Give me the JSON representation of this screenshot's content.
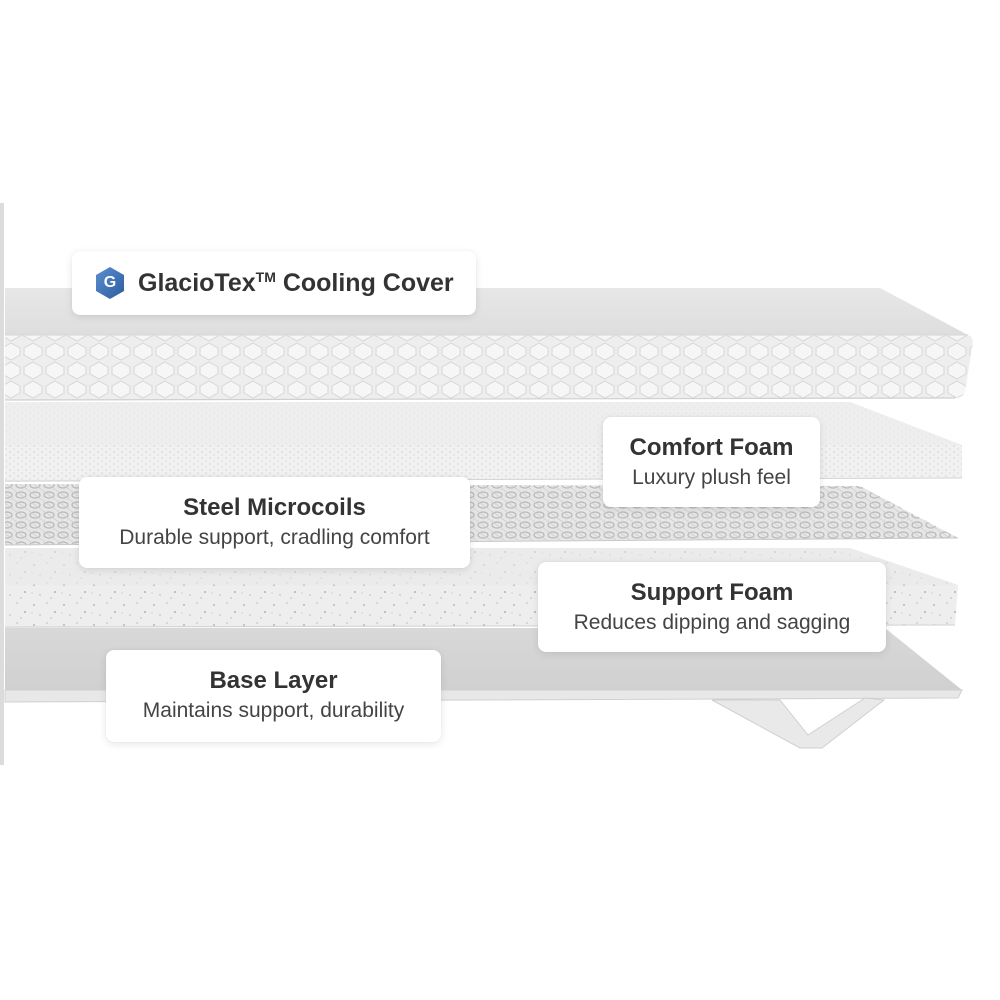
{
  "cover": {
    "brand_icon_letter": "G",
    "brand_name": "GlacioTex",
    "trademark": "TM",
    "label": "Cooling Cover",
    "icon": "hexagon-brand-icon",
    "icon_color": "#3a6fb5"
  },
  "layers": [
    {
      "title": "Comfort Foam",
      "subtitle": "Luxury plush feel"
    },
    {
      "title": "Steel Microcoils",
      "subtitle": "Durable support, cradling comfort"
    },
    {
      "title": "Support Foam",
      "subtitle": "Reduces dipping and sagging"
    },
    {
      "title": "Base Layer",
      "subtitle": "Maintains support, durability"
    }
  ]
}
